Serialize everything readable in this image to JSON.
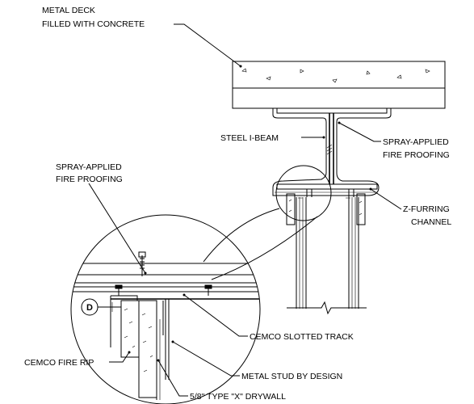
{
  "labels": {
    "metal_deck": [
      "METAL DECK",
      "FILLED WITH CONCRETE"
    ],
    "steel_beam": "STEEL I-BEAM",
    "spray_top": [
      "SPRAY-APPLIED",
      "FIRE PROOFING"
    ],
    "spray_left": [
      "SPRAY-APPLIED",
      "FIRE PROOFING"
    ],
    "z_furring": [
      "Z-FURRING",
      "CHANNEL"
    ],
    "slotted_track": "CEMCO SLOTTED TRACK",
    "fire_rip": "CEMCO FIRE RIP",
    "metal_stud": "METAL STUD BY DESIGN",
    "drywall": "5/8\" TYPE \"X\" DRYWALL",
    "detail_tag": "D"
  }
}
